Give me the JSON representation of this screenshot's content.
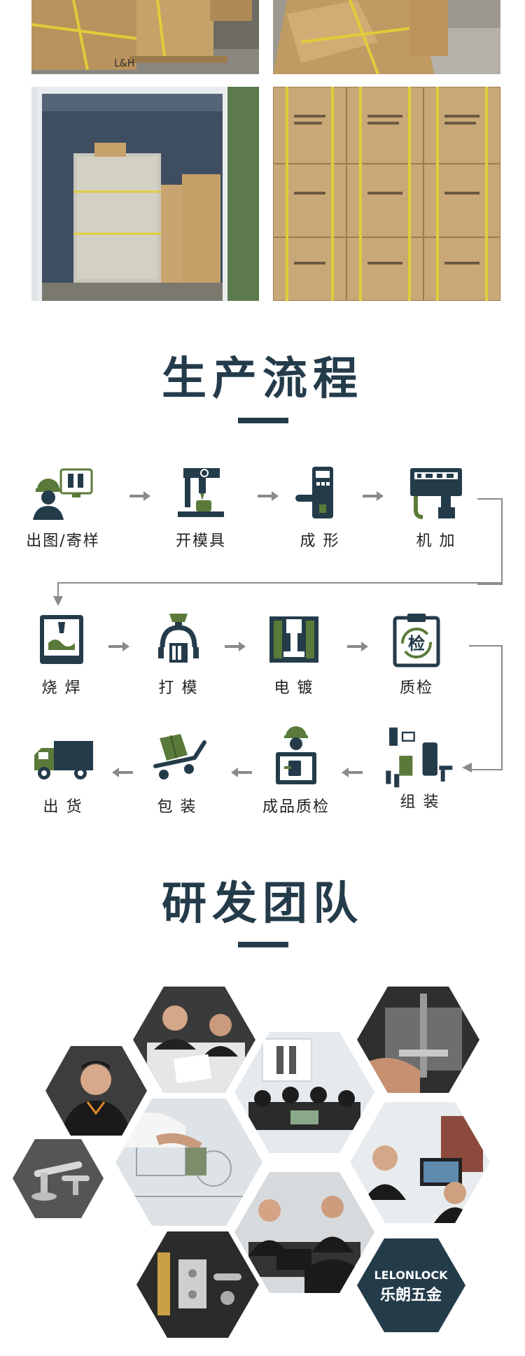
{
  "sections": {
    "production_title": "生产流程",
    "team_title": "研发团队"
  },
  "photos": {
    "box_label_text": "L&H"
  },
  "process_steps": [
    {
      "label": "出图/寄样",
      "icon": "designer-monitor-icon"
    },
    {
      "label": "开模具",
      "icon": "mold-press-icon"
    },
    {
      "label": "成 形",
      "icon": "forming-lock-icon"
    },
    {
      "label": "机 加",
      "icon": "machining-icon"
    },
    {
      "label": "烧 焊",
      "icon": "welding-printer-icon"
    },
    {
      "label": "打 模",
      "icon": "polishing-claw-icon"
    },
    {
      "label": "电 镀",
      "icon": "electroplating-icon"
    },
    {
      "label": "质检",
      "icon": "quality-check-icon"
    },
    {
      "label": "组 装",
      "icon": "assembly-parts-icon"
    },
    {
      "label": "成品质检",
      "icon": "final-inspection-icon"
    },
    {
      "label": "包 装",
      "icon": "packing-trolley-icon"
    },
    {
      "label": "出 货",
      "icon": "delivery-truck-icon"
    }
  ],
  "inspect_char": "检",
  "brand": {
    "name_en": "LELONLOCK",
    "name_cn": "乐朗五金"
  },
  "colors": {
    "navy": "#243b4a",
    "olive": "#5a7a3a",
    "gray_arrow": "#8a8a8a",
    "carton": "#c9a877"
  }
}
